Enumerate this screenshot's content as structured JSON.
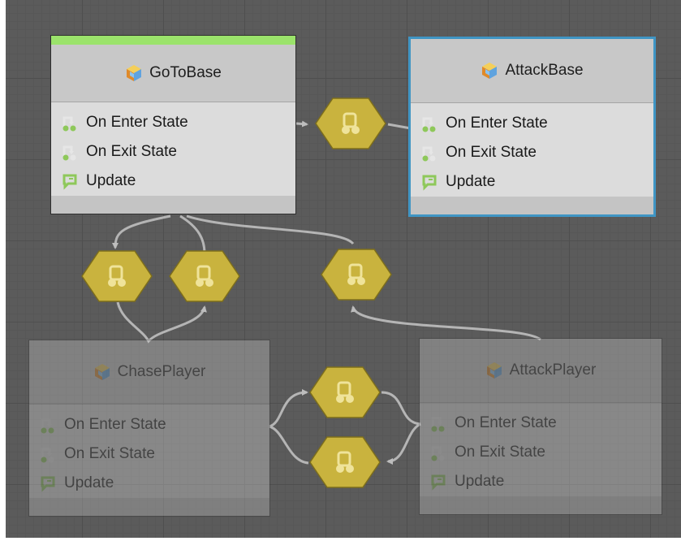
{
  "graph": {
    "nodes": [
      {
        "id": "gotobase",
        "title": "GoToBase",
        "active": true,
        "selected": false,
        "dim": false,
        "rows": [
          {
            "label": "On Enter State",
            "icon": "enter-state-icon"
          },
          {
            "label": "On Exit State",
            "icon": "exit-state-icon"
          },
          {
            "label": "Update",
            "icon": "update-icon"
          }
        ]
      },
      {
        "id": "attackbase",
        "title": "AttackBase",
        "active": false,
        "selected": true,
        "dim": false,
        "rows": [
          {
            "label": "On Enter State",
            "icon": "enter-state-icon"
          },
          {
            "label": "On Exit State",
            "icon": "exit-state-icon"
          },
          {
            "label": "Update",
            "icon": "update-icon"
          }
        ]
      },
      {
        "id": "chaseplayer",
        "title": "ChasePlayer",
        "active": false,
        "selected": false,
        "dim": true,
        "rows": [
          {
            "label": "On Enter State",
            "icon": "enter-state-icon"
          },
          {
            "label": "On Exit State",
            "icon": "exit-state-icon"
          },
          {
            "label": "Update",
            "icon": "update-icon"
          }
        ]
      },
      {
        "id": "attackplayer",
        "title": "AttackPlayer",
        "active": false,
        "selected": false,
        "dim": true,
        "rows": [
          {
            "label": "On Enter State",
            "icon": "enter-state-icon"
          },
          {
            "label": "On Exit State",
            "icon": "exit-state-icon"
          },
          {
            "label": "Update",
            "icon": "update-icon"
          }
        ]
      }
    ],
    "transition_count": 6,
    "colors": {
      "active_bar": "#9be36b",
      "selection": "#3f95c4",
      "transition": "#c9b33e",
      "edge": "#b5b5b5"
    }
  }
}
